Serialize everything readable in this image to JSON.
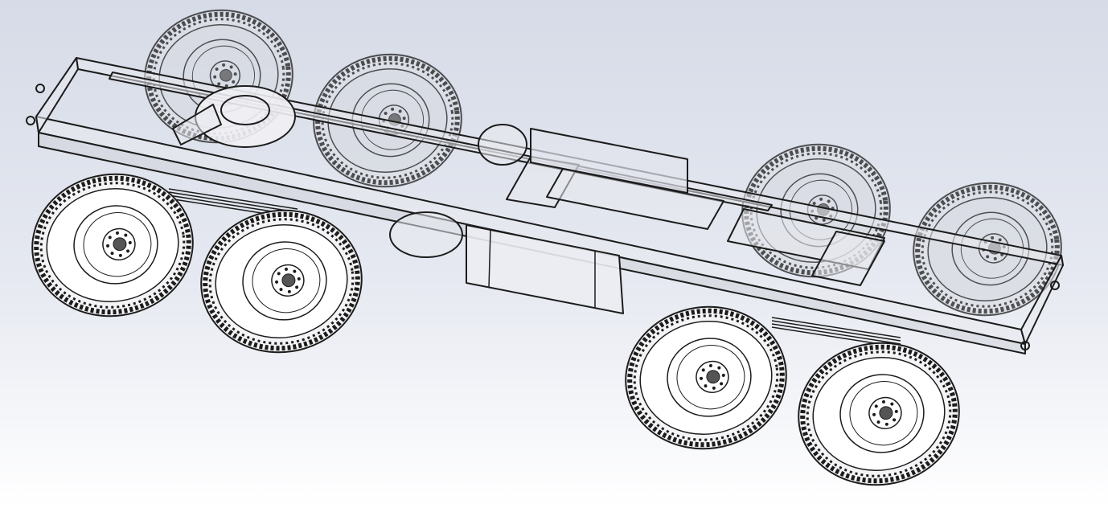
{
  "viewport": {
    "background_top": "#d6dbe7",
    "background_mid": "#e6e9f1",
    "background_bottom": "#ffffff",
    "line_color": "#1c1c1c",
    "ghost_color": "#9a9a9a",
    "fill_color": "#e8e9ee"
  },
  "model": {
    "subject": "truck-chassis-8x8",
    "display_mode": "hidden-lines-visible",
    "axles": 4,
    "wheels": 8
  }
}
